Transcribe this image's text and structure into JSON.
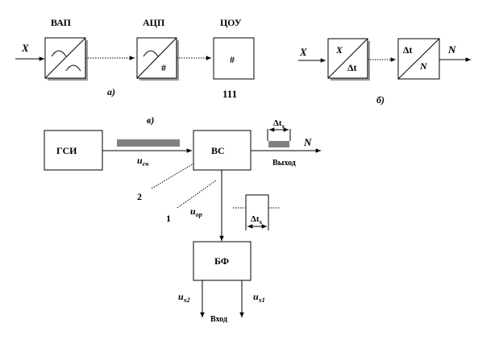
{
  "diagram_a": {
    "caption": "а)",
    "input_label": "X",
    "blocks": [
      {
        "title": "ВАП",
        "content": "",
        "kind": "analog-analog"
      },
      {
        "title": "АЦП",
        "content": "#",
        "kind": "analog-digital"
      },
      {
        "title": "ЦОУ",
        "content": "#",
        "kind": "digital"
      }
    ],
    "code_below": "111"
  },
  "diagram_b": {
    "caption": "б)",
    "input_label": "X",
    "output_label": "N",
    "blocks": [
      {
        "top": "X",
        "bottom": "Δt"
      },
      {
        "top": "Δt",
        "bottom": "N"
      }
    ]
  },
  "diagram_v": {
    "caption": "в)",
    "blocks": {
      "gsi": "ГСИ",
      "vs": "ВС",
      "bf": "БФ"
    },
    "pulse_signal": "u",
    "pulse_signal_sub": "сч",
    "output_label": "N",
    "output_caption": "Выход",
    "input_caption": "Вход",
    "pulse_group_label": "Δt",
    "pulse_group_sub": "x",
    "gate_signal": "u",
    "gate_signal_sub": "ор",
    "gate_width_label": "Δt",
    "gate_width_sub": "x",
    "input_signal_left": "u",
    "input_signal_left_sub": "x2",
    "input_signal_right": "u",
    "input_signal_right_sub": "x1",
    "pointer_1": "1",
    "pointer_2": "2"
  }
}
